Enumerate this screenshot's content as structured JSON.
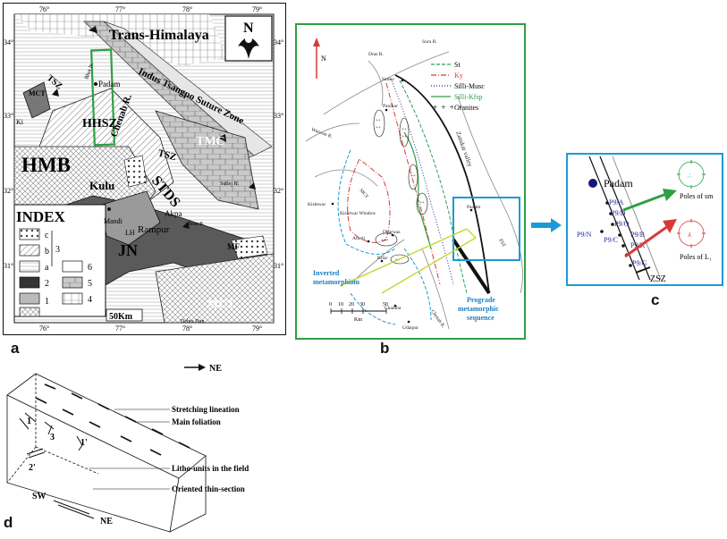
{
  "panel_labels": {
    "a": "a",
    "b": "b",
    "c": "c",
    "d": "d"
  },
  "map_a": {
    "lon_ticks": [
      "76°",
      "77°",
      "78°",
      "79°"
    ],
    "lat_ticks": [
      "34°",
      "33°",
      "32°",
      "31°"
    ],
    "north": "N",
    "region_labels": {
      "trans_himalaya": "Trans-Himalaya",
      "itsz": "Indus Tsangpo Suture Zone",
      "hhsz": "HHSZ",
      "hmb": "HMB",
      "tmc": "TMC",
      "tsz_left": "TSZ",
      "tsz_right": "TSZ",
      "stds": "STDS",
      "jn": "JN",
      "mct_left": "MCT",
      "mct_right": "MCT",
      "mf": "MF",
      "ki": "Ki",
      "lh": "LH",
      "chenab": "Chenab R.",
      "bhot": "Bhot N.",
      "sutlej": "Sutlej R.",
      "beas": "Beas R."
    },
    "places": {
      "padam": "Padam",
      "kulu": "Kulu",
      "mandi": "Mandi",
      "akpa": "Akpa",
      "rampur": "Rampur",
      "dehra_dun": "Dehra Dun"
    },
    "index": {
      "title": "INDEX",
      "c": "c",
      "b": "b",
      "a": "a",
      "n3": "3",
      "n2": "2",
      "n1": "1",
      "n6": "6",
      "n5": "5",
      "n4": "4"
    },
    "scale": "50Km"
  },
  "map_b": {
    "north": "N",
    "legend": [
      {
        "label": "St",
        "color": "#2e9e5b"
      },
      {
        "label": "Ky",
        "color": "#d73a3a"
      },
      {
        "label": "Silli-Musc",
        "color": "#2c2c9c"
      },
      {
        "label": "Silli-Kfsp",
        "color": "#2ea043"
      },
      {
        "label": "Granites",
        "color": "#111111"
      }
    ],
    "places": {
      "dras": "Dras R.",
      "suru": "Suru R.",
      "sanko": "Sanko",
      "panikar": "Panikar",
      "warwan": "Warwan R.",
      "kishtwar": "Kishtwar",
      "kw": "Kishtwar Window",
      "atholi": "Atholi",
      "padum": "Padum",
      "dharwas": "Dharwas",
      "kilar": "Kilar",
      "chamba": "Chamba",
      "udaipur": "Udaipur",
      "zanskar": "Zanskar valley",
      "chenab": "Chenab R.",
      "mct": "MCT",
      "zsz": "ZSZ"
    },
    "inverted": [
      "Inverted",
      "metamorphism"
    ],
    "prograde": [
      "Prograde",
      "metamorphic",
      "sequence"
    ],
    "scale_ticks": [
      "0",
      "10",
      "20",
      "30",
      "50"
    ],
    "scale_unit": "Km"
  },
  "inset_c": {
    "padam": "Padam",
    "samples": [
      "P9/A",
      "P9/D",
      "P9/O",
      "P9/N",
      "P9/C",
      "P9/B",
      "P9/K",
      "P9/G"
    ],
    "poles_sm": "Poles of sm",
    "poles_l": "Poles of L₁",
    "zsz": "ZSZ"
  },
  "block_d": {
    "direction": "NE",
    "labels": [
      "Stretching lineation",
      "Main foliation",
      "Litho-units in the field",
      "Oriented thin-section"
    ],
    "numbers": [
      "1",
      "3",
      "1'",
      "2'"
    ],
    "sw": "SW",
    "ne": "NE"
  },
  "colors": {
    "green_frame": "#2ea043",
    "blue_frame": "#1a9bd7",
    "arrow_blue": "#1a9bd7",
    "label_blue": "#1d7fc1"
  }
}
